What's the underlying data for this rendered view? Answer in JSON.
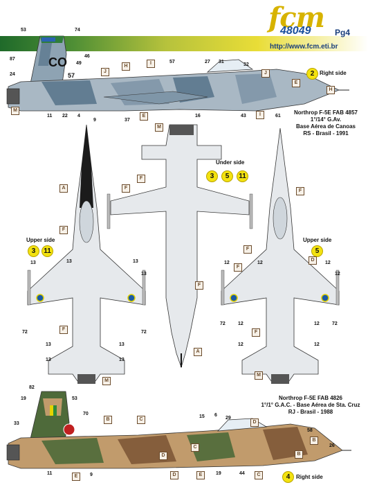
{
  "header": {
    "brand": "fcm",
    "sheet_code": "48049",
    "page": "Pg4",
    "url": "http://www.fcm.eti.br"
  },
  "profile_right_1": {
    "side_number": "2",
    "side_label": "Right side",
    "caption": [
      "Northrop F-5E FAB 4857",
      "1°/14° G.Av.",
      "Base Aérea de Canoas",
      "RS - Brasil - 1991"
    ],
    "tail_code": "CO",
    "tail_serial": "57"
  },
  "underside": {
    "label": "Under side",
    "numbers": [
      "3",
      "5",
      "11"
    ]
  },
  "upper_left": {
    "label": "Upper side",
    "numbers": [
      "3",
      "11"
    ]
  },
  "upper_right": {
    "label": "Upper side",
    "numbers": [
      "5"
    ]
  },
  "profile_right_2": {
    "side_number": "4",
    "side_label": "Right side",
    "caption": [
      "Northrop F-5E FAB 4826",
      "1°/1° G.A.C. - Base Aérea de Sta. Cruz",
      "RJ - Brasil - 1988"
    ]
  },
  "callouts": {
    "p1_numbers": [
      {
        "t": "53"
      },
      {
        "t": "74"
      },
      {
        "t": "87"
      },
      {
        "t": "46"
      },
      {
        "t": "49"
      },
      {
        "t": "24"
      },
      {
        "t": "11"
      },
      {
        "t": "22"
      },
      {
        "t": "4"
      },
      {
        "t": "9"
      },
      {
        "t": "37"
      },
      {
        "t": "57"
      },
      {
        "t": "27"
      },
      {
        "t": "31"
      },
      {
        "t": "32"
      },
      {
        "t": "16"
      },
      {
        "t": "43"
      },
      {
        "t": "61"
      }
    ],
    "p1_boxes": [
      "M",
      "J",
      "H",
      "I",
      "E",
      "J",
      "E",
      "I",
      "H"
    ],
    "ul_numbers": [
      "13",
      "13",
      "13",
      "13",
      "72",
      "72",
      "13",
      "13",
      "13",
      "13"
    ],
    "ul_boxes": [
      "A",
      "F",
      "F",
      "M"
    ],
    "us_boxes": [
      "M",
      "F",
      "F",
      "F",
      "A"
    ],
    "ur_numbers": [
      "12",
      "12",
      "12",
      "12",
      "72",
      "72",
      "12",
      "12",
      "12",
      "12"
    ],
    "ur_boxes": [
      "F",
      "F",
      "F",
      "D",
      "F",
      "M"
    ],
    "p2_numbers": [
      "82",
      "19",
      "53",
      "33",
      "70",
      "15",
      "6",
      "29",
      "58",
      "26",
      "11",
      "9",
      "19",
      "44"
    ],
    "p2_boxes": [
      "B",
      "C",
      "B",
      "D",
      "D",
      "E",
      "E",
      "C",
      "D",
      "C",
      "B"
    ]
  },
  "colors": {
    "gray_camo": "#8ea3b3",
    "dark_blue_camo": "#56728a",
    "light_gray": "#d6dde3",
    "tan": "#c19b6c",
    "green": "#4e6a3a",
    "brown": "#7a5434",
    "yellow_circle": "#f3e210",
    "box_border": "#6a4a2a"
  }
}
